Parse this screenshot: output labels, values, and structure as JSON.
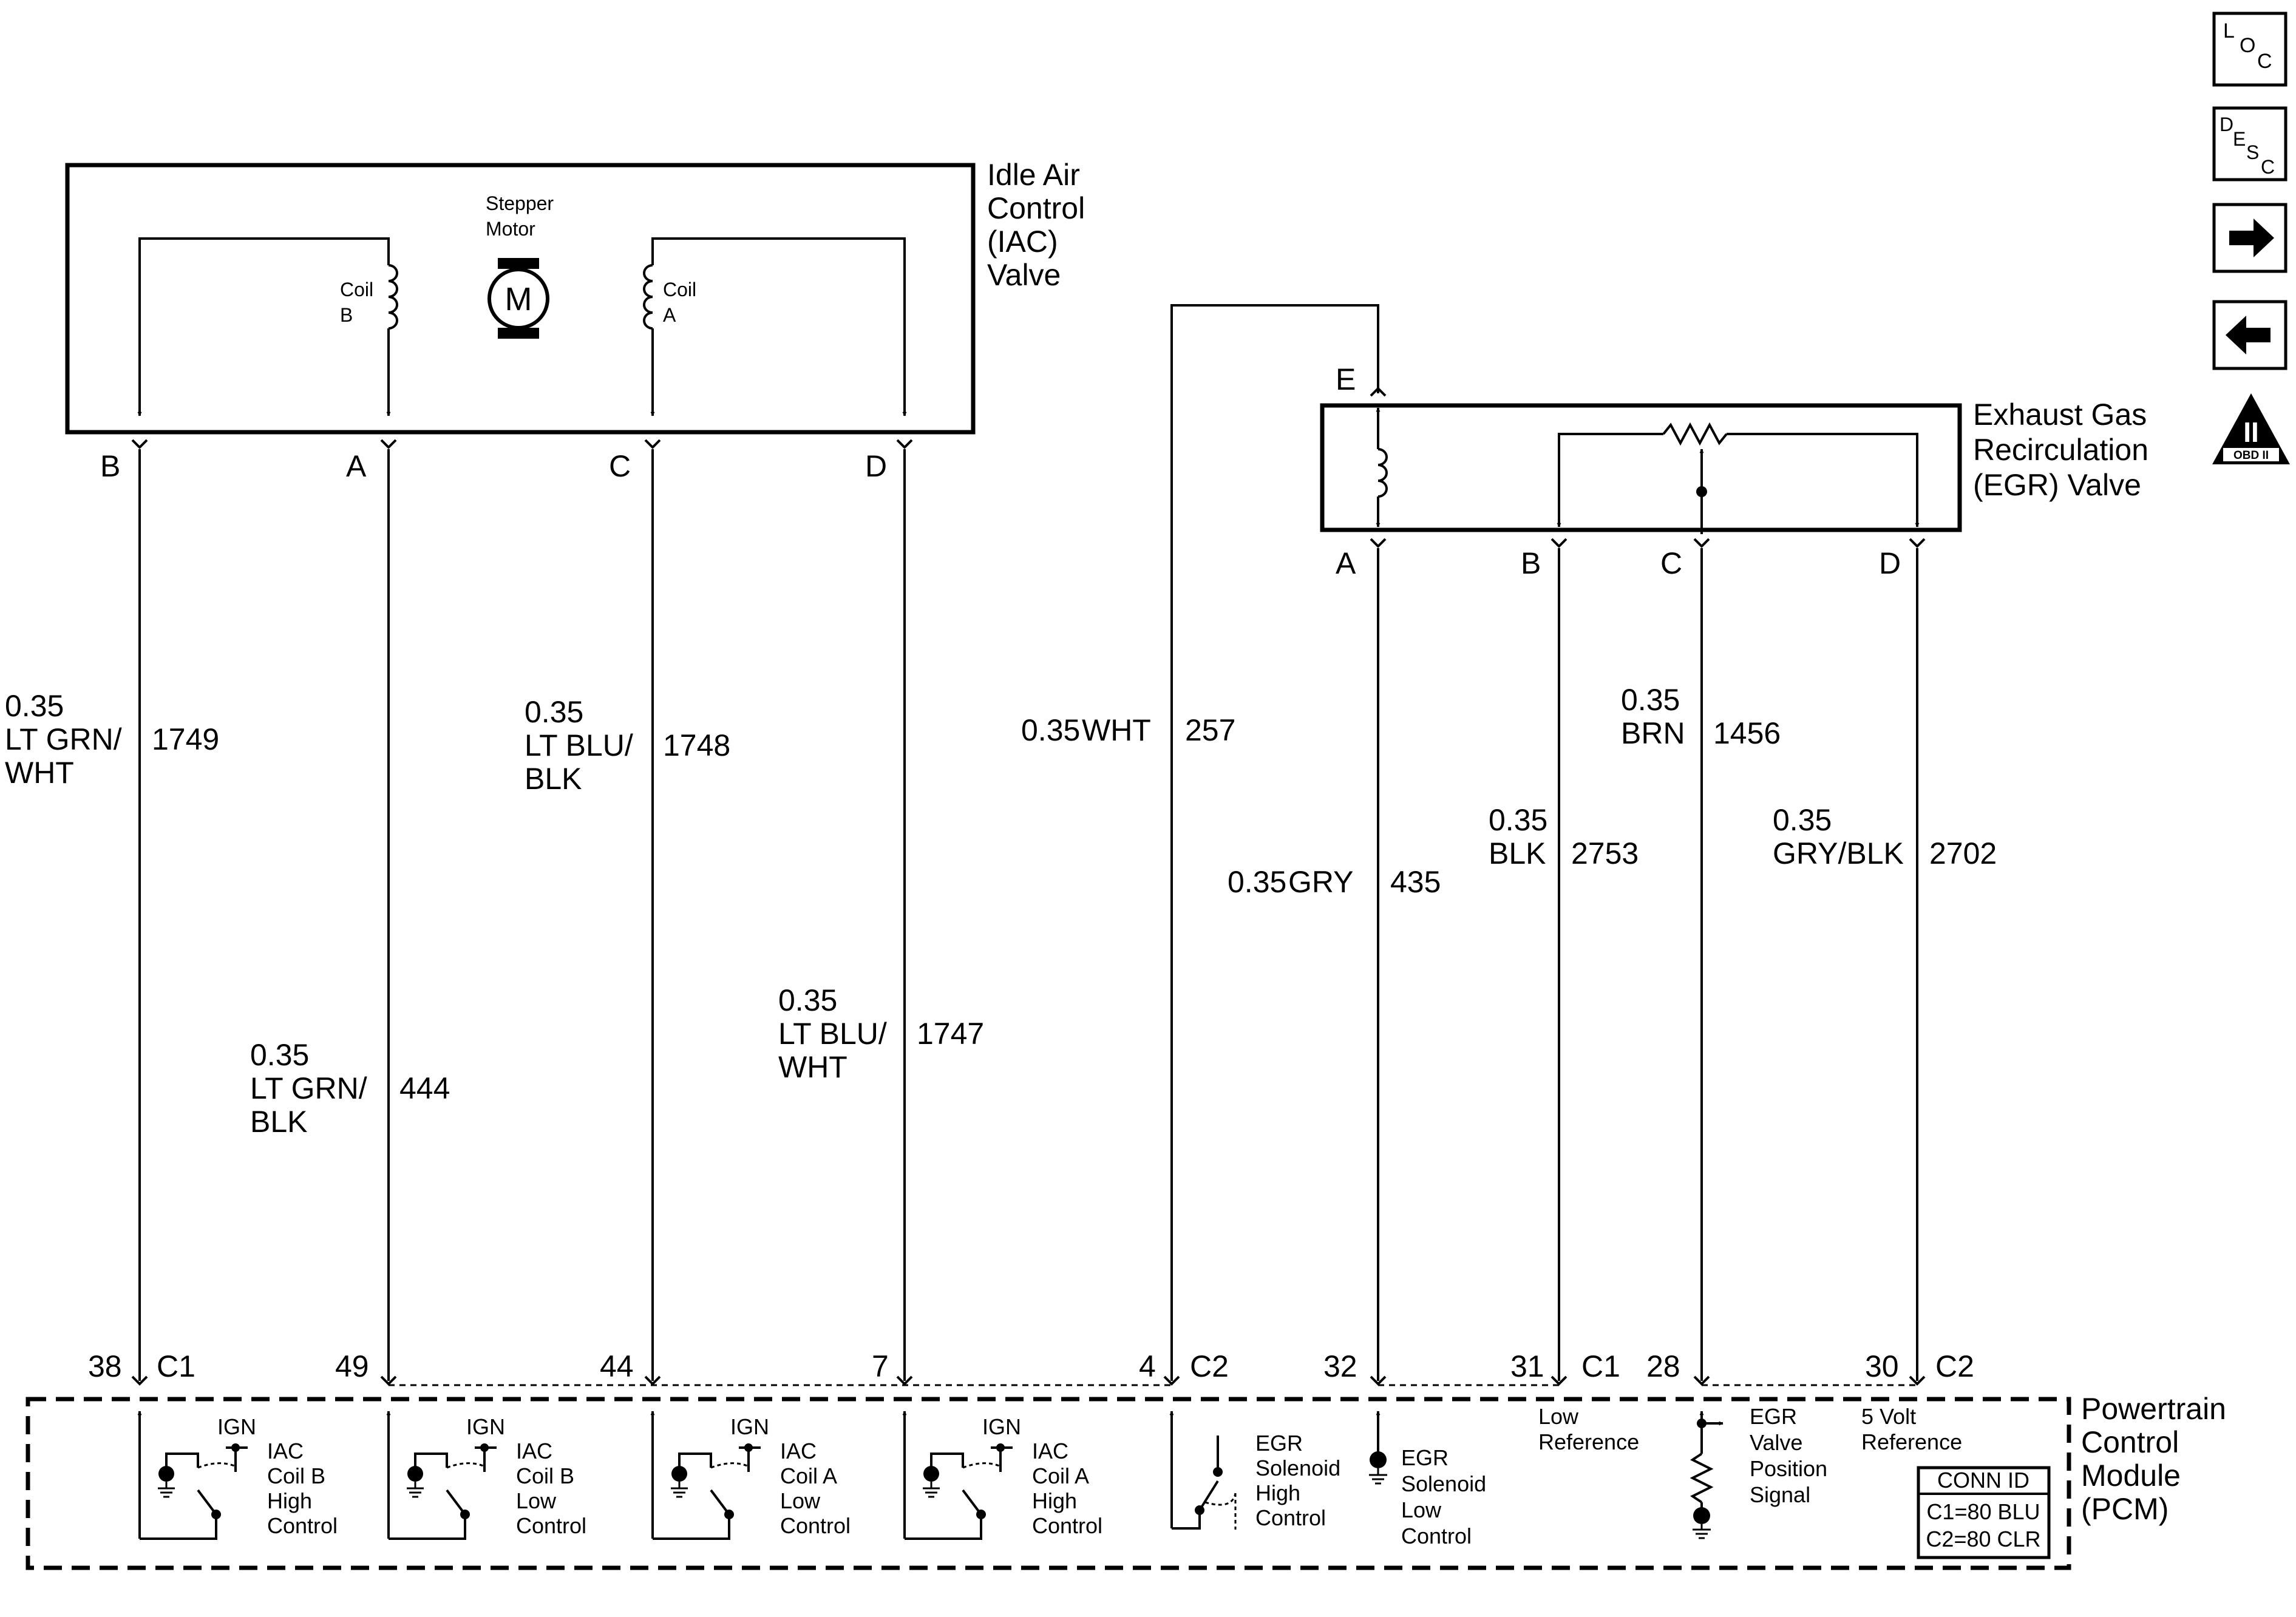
{
  "iac_valve": {
    "title_lines": [
      "Idle Air",
      "Control",
      "(IAC)",
      "Valve"
    ],
    "motor_label_lines": [
      "Stepper",
      "Motor"
    ],
    "motor_symbol": "M",
    "coil_b_lines": [
      "Coil",
      "B"
    ],
    "coil_a_lines": [
      "Coil",
      "A"
    ],
    "pins": [
      "B",
      "A",
      "C",
      "D"
    ]
  },
  "egr_valve": {
    "title_lines": [
      "Exhaust Gas",
      "Recirculation",
      "(EGR) Valve"
    ],
    "top_pin": "E",
    "pins": [
      "A",
      "B",
      "C",
      "D"
    ]
  },
  "wires": [
    {
      "gauge": "0.35",
      "color_lines": [
        "LT GRN/",
        "WHT"
      ],
      "circuit": "1749"
    },
    {
      "gauge": "0.35",
      "color_lines": [
        "LT GRN/",
        "BLK"
      ],
      "circuit": "444"
    },
    {
      "gauge": "0.35",
      "color_lines": [
        "LT BLU/",
        "BLK"
      ],
      "circuit": "1748"
    },
    {
      "gauge": "0.35",
      "color_lines": [
        "LT BLU/",
        "WHT"
      ],
      "circuit": "1747"
    },
    {
      "gauge": "0.35",
      "color_lines": [
        "WHT"
      ],
      "circuit": "257"
    },
    {
      "gauge": "0.35",
      "color_lines": [
        "GRY"
      ],
      "circuit": "435"
    },
    {
      "gauge": "0.35",
      "color_lines": [
        "BLK"
      ],
      "circuit": "2753"
    },
    {
      "gauge": "0.35",
      "color_lines": [
        "BRN"
      ],
      "circuit": "1456"
    },
    {
      "gauge": "0.35",
      "color_lines": [
        "GRY/BLK"
      ],
      "circuit": "2702"
    }
  ],
  "pcm_pins": [
    {
      "num": "38",
      "conn": "C1"
    },
    {
      "num": "49"
    },
    {
      "num": "44"
    },
    {
      "num": "7"
    },
    {
      "num": "4",
      "conn": "C2"
    },
    {
      "num": "32"
    },
    {
      "num": "31",
      "conn": "C1"
    },
    {
      "num": "28"
    },
    {
      "num": "30",
      "conn": "C2"
    }
  ],
  "pcm": {
    "title_lines": [
      "Powertrain",
      "Control",
      "Module",
      "(PCM)"
    ],
    "ign_label": "IGN",
    "drivers": [
      {
        "lines": [
          "IAC",
          "Coil B",
          "High",
          "Control"
        ]
      },
      {
        "lines": [
          "IAC",
          "Coil B",
          "Low",
          "Control"
        ]
      },
      {
        "lines": [
          "IAC",
          "Coil A",
          "Low",
          "Control"
        ]
      },
      {
        "lines": [
          "IAC",
          "Coil A",
          "High",
          "Control"
        ]
      }
    ],
    "egr_high_lines": [
      "EGR",
      "Solenoid",
      "High",
      "Control"
    ],
    "egr_low_lines": [
      "EGR",
      "Solenoid",
      "Low",
      "Control"
    ],
    "low_ref_lines": [
      "Low",
      "Reference"
    ],
    "egr_pos_lines": [
      "EGR",
      "Valve",
      "Position",
      "Signal"
    ],
    "five_volt_lines": [
      "5 Volt",
      "Reference"
    ],
    "conn_id": {
      "title": "CONN ID",
      "c1": "C1=80 BLU",
      "c2": "C2=80 CLR"
    }
  },
  "nav": {
    "loc_letters": [
      "L",
      "O",
      "C"
    ],
    "desc_letters": [
      "D",
      "E",
      "S",
      "C"
    ],
    "obd_numeral": "II",
    "obd_label": "OBD II",
    "icons": [
      "location-icon",
      "description-icon",
      "next-arrow-icon",
      "previous-arrow-icon",
      "obd-ii-icon"
    ]
  }
}
